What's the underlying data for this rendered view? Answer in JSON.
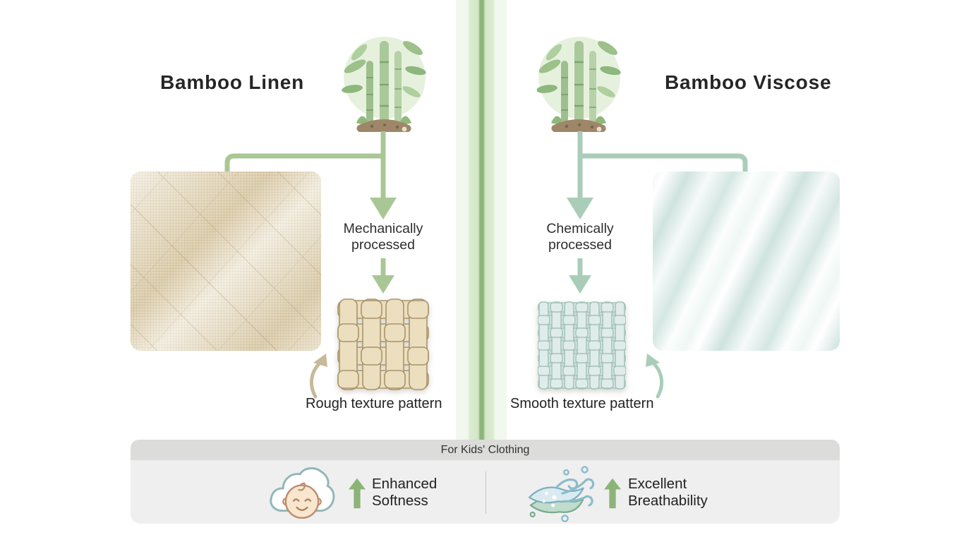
{
  "titles": {
    "left": "Bamboo Linen",
    "right": "Bamboo Viscose"
  },
  "left_branch": {
    "process": "Mechanically\nprocessed",
    "texture_label": "Rough texture pattern"
  },
  "right_branch": {
    "process": "Chemically\nprocessed",
    "texture_label": "Smooth texture pattern"
  },
  "footer": {
    "title": "For Kids' Clothing",
    "features": [
      {
        "icon": "baby-cloud-icon",
        "label": "Enhanced\nSoftness"
      },
      {
        "icon": "wind-icon",
        "label": "Excellent\nBreathability"
      }
    ]
  },
  "icons": [
    "bamboo-plant-icon-left",
    "bamboo-plant-icon-right",
    "rough-weave-icon",
    "smooth-weave-icon",
    "curved-arrow-left-icon",
    "curved-arrow-right-icon",
    "baby-cloud-icon",
    "wind-icon",
    "up-arrow-icon"
  ],
  "colors": {
    "left_accent": "#a9c795",
    "right_accent": "#a9cdb8",
    "tan_accent": "#c7ba99",
    "up_green": "#8cb477",
    "band_header": "#dcdcdb",
    "band_body": "#efeff0",
    "text_dark": "#2a2a2a",
    "weave_rough_fill": "#ecdfbf",
    "weave_rough_stroke": "#a8946b",
    "weave_smooth_fill": "#dfece9",
    "weave_smooth_stroke": "#a3c3bb"
  }
}
